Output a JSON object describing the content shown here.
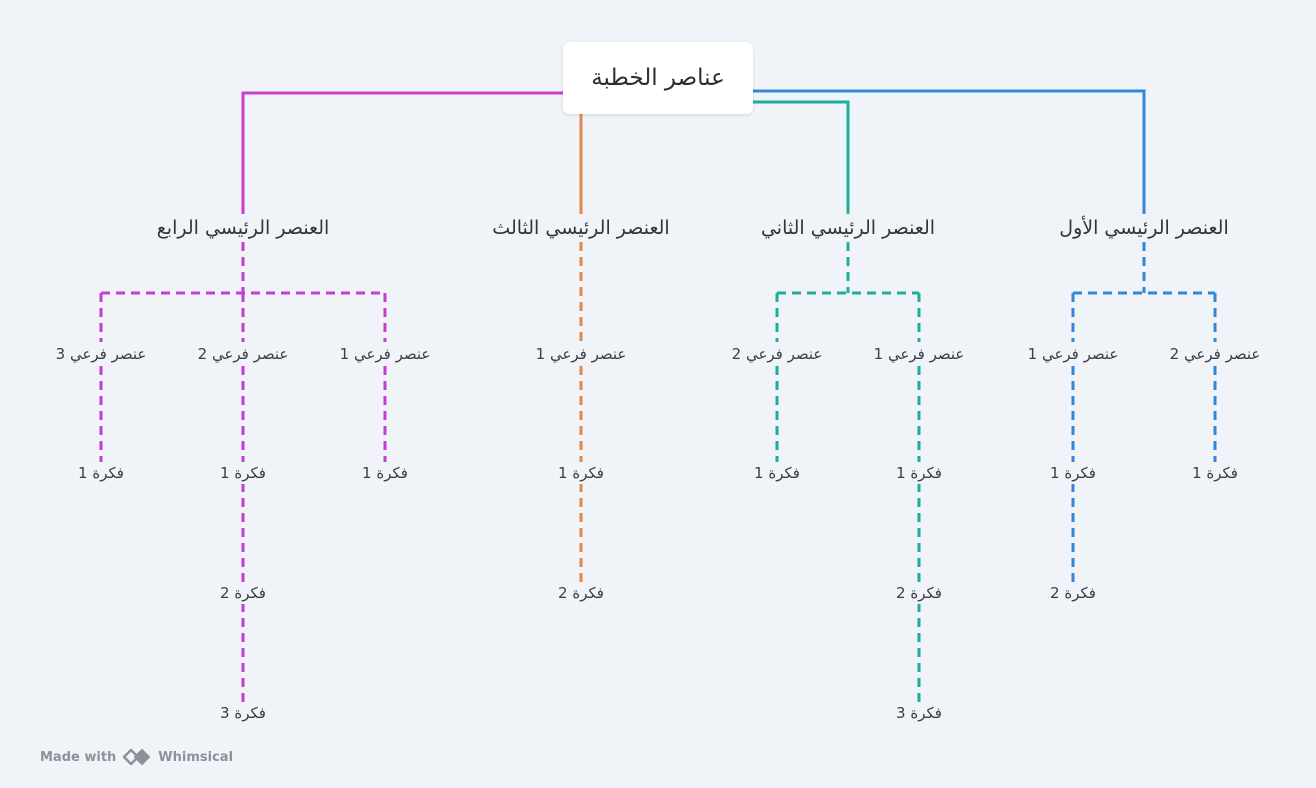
{
  "root": {
    "label": "عناصر الخطبة"
  },
  "branding": {
    "made_with": "Made with",
    "name": "Whimsical"
  },
  "colors": {
    "purple": "#c23fd2",
    "orange": "#e0894a",
    "teal": "#1fae9d",
    "blue": "#3288d6"
  },
  "main_items": [
    {
      "label": "العنصر الرئيسي الأول",
      "color": "#3288d6",
      "subs": [
        {
          "label": "عنصر فرعي 2",
          "ideas": [
            "فكرة 1"
          ]
        },
        {
          "label": "عنصر فرعي 1",
          "ideas": [
            "فكرة 1",
            "فكرة 2"
          ]
        }
      ]
    },
    {
      "label": "العنصر الرئيسي الثاني",
      "color": "#1fae9d",
      "subs": [
        {
          "label": "عنصر فرعي 1",
          "ideas": [
            "فكرة 1",
            "فكرة 2",
            "فكرة 3"
          ]
        },
        {
          "label": "عنصر فرعي 2",
          "ideas": [
            "فكرة 1"
          ]
        }
      ]
    },
    {
      "label": "العنصر الرئيسي الثالث",
      "color": "#e0894a",
      "subs": [
        {
          "label": "عنصر فرعي 1",
          "ideas": [
            "فكرة 1",
            "فكرة 2"
          ]
        }
      ]
    },
    {
      "label": "العنصر الرئيسي الرابع",
      "color": "#c23fd2",
      "subs": [
        {
          "label": "عنصر فرعي 1",
          "ideas": [
            "فكرة 1"
          ]
        },
        {
          "label": "عنصر فرعي 2",
          "ideas": [
            "فكرة 1",
            "فكرة 2",
            "فكرة 3"
          ]
        },
        {
          "label": "عنصر فرعي 3",
          "ideas": [
            "فكرة 1"
          ]
        }
      ]
    }
  ]
}
